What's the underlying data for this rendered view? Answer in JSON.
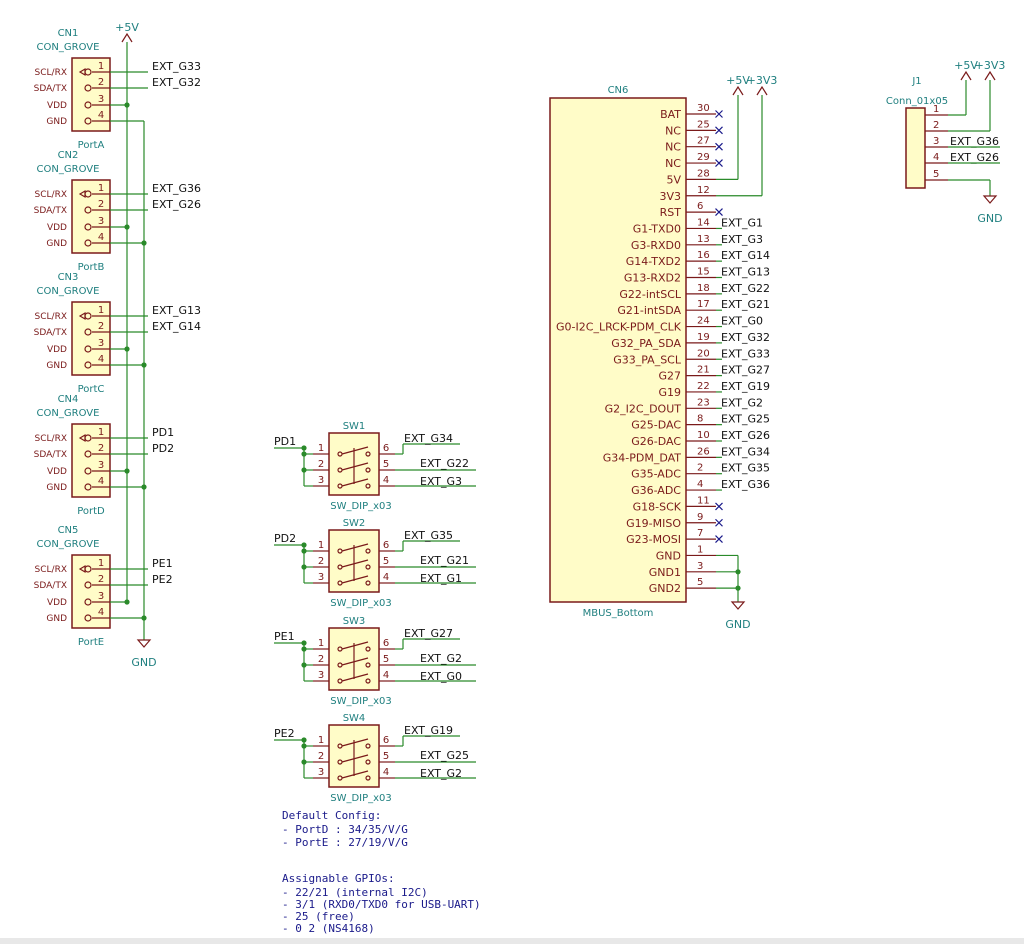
{
  "grove": [
    {
      "ref": "CN1",
      "value": "CON_GROVE",
      "port": "PortA",
      "n1": "EXT_G33",
      "n2": "EXT_G32"
    },
    {
      "ref": "CN2",
      "value": "CON_GROVE",
      "port": "PortB",
      "n1": "EXT_G36",
      "n2": "EXT_G26"
    },
    {
      "ref": "CN3",
      "value": "CON_GROVE",
      "port": "PortC",
      "n1": "EXT_G13",
      "n2": "EXT_G14"
    },
    {
      "ref": "CN4",
      "value": "CON_GROVE",
      "port": "PortD",
      "n1": "PD1",
      "n2": "PD2"
    },
    {
      "ref": "CN5",
      "value": "CON_GROVE",
      "port": "PortE",
      "n1": "PE1",
      "n2": "PE2"
    }
  ],
  "grove_pins": [
    "SCL/RX",
    "SDA/TX",
    "VDD",
    "GND"
  ],
  "grove_nums": [
    "1",
    "2",
    "3",
    "4"
  ],
  "power": {
    "v5": "+5V",
    "v33": "+3V3",
    "gnd": "GND"
  },
  "switches": [
    {
      "ref": "SW1",
      "value": "SW_DIP_x03",
      "in": "PD1",
      "o6": "EXT_G34",
      "o5": "EXT_G22",
      "o4": "EXT_G3"
    },
    {
      "ref": "SW2",
      "value": "SW_DIP_x03",
      "in": "PD2",
      "o6": "EXT_G35",
      "o5": "EXT_G21",
      "o4": "EXT_G1"
    },
    {
      "ref": "SW3",
      "value": "SW_DIP_x03",
      "in": "PE1",
      "o6": "EXT_G27",
      "o5": "EXT_G2",
      "o4": "EXT_G0"
    },
    {
      "ref": "SW4",
      "value": "SW_DIP_x03",
      "in": "PE2",
      "o6": "EXT_G19",
      "o5": "EXT_G25",
      "o4": "EXT_G2"
    }
  ],
  "sw_nums": [
    "1",
    "2",
    "3",
    "6",
    "5",
    "4"
  ],
  "mbus": {
    "ref": "CN6",
    "value": "MBUS_Bottom",
    "pins": [
      {
        "label": "BAT",
        "num": "30",
        "net": ""
      },
      {
        "label": "NC",
        "num": "25",
        "net": ""
      },
      {
        "label": "NC",
        "num": "27",
        "net": ""
      },
      {
        "label": "NC",
        "num": "29",
        "net": ""
      },
      {
        "label": "5V",
        "num": "28",
        "net": ""
      },
      {
        "label": "3V3",
        "num": "12",
        "net": ""
      },
      {
        "label": "RST",
        "num": "6",
        "net": ""
      },
      {
        "label": "G1-TXD0",
        "num": "14",
        "net": "EXT_G1"
      },
      {
        "label": "G3-RXD0",
        "num": "13",
        "net": "EXT_G3"
      },
      {
        "label": "G14-TXD2",
        "num": "16",
        "net": "EXT_G14"
      },
      {
        "label": "G13-RXD2",
        "num": "15",
        "net": "EXT_G13"
      },
      {
        "label": "G22-intSCL",
        "num": "18",
        "net": "EXT_G22"
      },
      {
        "label": "G21-intSDA",
        "num": "17",
        "net": "EXT_G21"
      },
      {
        "label": "G0-I2C_LRCK-PDM_CLK",
        "num": "24",
        "net": "EXT_G0"
      },
      {
        "label": "G32_PA_SDA",
        "num": "19",
        "net": "EXT_G32"
      },
      {
        "label": "G33_PA_SCL",
        "num": "20",
        "net": "EXT_G33"
      },
      {
        "label": "G27",
        "num": "21",
        "net": "EXT_G27"
      },
      {
        "label": "G19",
        "num": "22",
        "net": "EXT_G19"
      },
      {
        "label": "G2_I2C_DOUT",
        "num": "23",
        "net": "EXT_G2"
      },
      {
        "label": "G25-DAC",
        "num": "8",
        "net": "EXT_G25"
      },
      {
        "label": "G26-DAC",
        "num": "10",
        "net": "EXT_G26"
      },
      {
        "label": "G34-PDM_DAT",
        "num": "26",
        "net": "EXT_G34"
      },
      {
        "label": "G35-ADC",
        "num": "2",
        "net": "EXT_G35"
      },
      {
        "label": "G36-ADC",
        "num": "4",
        "net": "EXT_G36"
      },
      {
        "label": "G18-SCK",
        "num": "11",
        "net": ""
      },
      {
        "label": "G19-MISO",
        "num": "9",
        "net": ""
      },
      {
        "label": "G23-MOSI",
        "num": "7",
        "net": ""
      },
      {
        "label": "GND",
        "num": "1",
        "net": ""
      },
      {
        "label": "GND1",
        "num": "3",
        "net": ""
      },
      {
        "label": "GND2",
        "num": "5",
        "net": ""
      }
    ]
  },
  "j1": {
    "ref": "J1",
    "value": "Conn_01x05",
    "pins": [
      {
        "num": "1",
        "net": ""
      },
      {
        "num": "2",
        "net": ""
      },
      {
        "num": "3",
        "net": "EXT_G36"
      },
      {
        "num": "4",
        "net": "EXT_G26"
      },
      {
        "num": "5",
        "net": ""
      }
    ]
  },
  "notes": {
    "default_title": "Default Config:",
    "default_lines": [
      "- PortD : 34/35/V/G",
      "- PortE : 27/19/V/G"
    ],
    "assign_title": "Assignable GPIOs:",
    "assign_lines": [
      "- 22/21 (internal I2C)",
      "- 3/1 (RXD0/TXD0 for USB-UART)",
      "- 25 (free)",
      "- 0 2 (NS4168)"
    ]
  }
}
